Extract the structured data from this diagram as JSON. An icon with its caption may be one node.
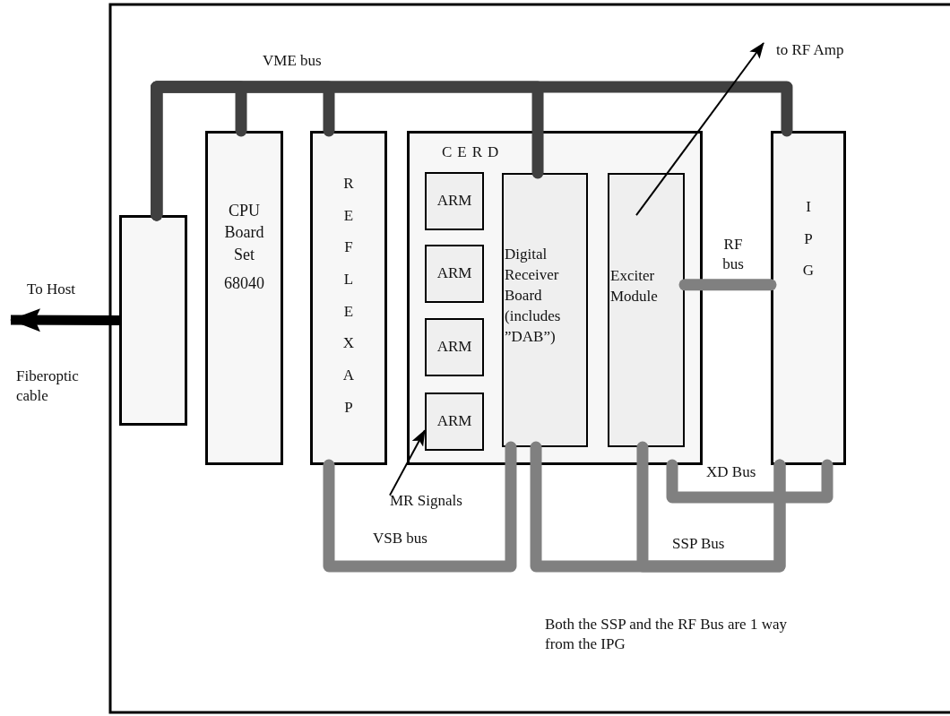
{
  "diagram": {
    "nodes": [
      {
        "text": [],
        "shape": "box"
      },
      {
        "text": [
          "CPU Board Set",
          "68040"
        ]
      },
      {
        "text": [
          "REFLEXAP"
        ]
      },
      {
        "text": [
          "CERD"
        ]
      },
      {
        "text": [
          "ARM"
        ],
        "in": 3
      },
      {
        "text": [
          "ARM"
        ],
        "in": 3
      },
      {
        "text": [
          "ARM"
        ],
        "in": 3
      },
      {
        "text": [
          "ARM"
        ],
        "in": 3
      },
      {
        "text": [
          "Digital Receiver Board (includes ”DAB”)"
        ],
        "in": 3
      },
      {
        "text": [
          "Exciter Module"
        ],
        "in": 3
      },
      {
        "text": [
          "IPG"
        ]
      },
      {
        "text": [
          "MR Signals"
        ]
      }
    ],
    "edges": [
      {
        "from": 0,
        "to": null,
        "arrow": "to",
        "color": "#000000",
        "label": "To Host"
      },
      {
        "from": 0,
        "to": 1,
        "arrow": "none",
        "color": "#404040"
      },
      {
        "from": 0,
        "to": 2,
        "arrow": "none",
        "color": "#404040"
      },
      {
        "from": 0,
        "to": 8,
        "arrow": "none",
        "color": "#404040"
      },
      {
        "from": 0,
        "to": 10,
        "arrow": "none",
        "color": "#404040"
      },
      {
        "from": 2,
        "to": 8,
        "arrow": "none",
        "color": "#808080",
        "label": "VSB bus"
      },
      {
        "from": 8,
        "to": 10,
        "arrow": "none",
        "color": "#808080",
        "label": "SSP Bus"
      },
      {
        "from": 9,
        "to": 10,
        "arrow": "none",
        "color": "#808080"
      },
      {
        "from": 3,
        "to": 10,
        "arrow": "none",
        "color": "#808080",
        "label": "XD Bus"
      },
      {
        "from": 9,
        "to": 10,
        "arrow": "none",
        "color": "#808080",
        "label": "RF bus"
      },
      {
        "from": 11,
        "to": 7,
        "arrow": "to",
        "color": "#000000"
      },
      {
        "from": 9,
        "to": null,
        "arrow": "to",
        "color": "#000000",
        "label": "to RF Amp"
      }
    ],
    "labels": [
      "VME bus",
      "Fiberoptic cable",
      "Both the SSP and the RF Bus are 1 way from the IPG"
    ]
  }
}
